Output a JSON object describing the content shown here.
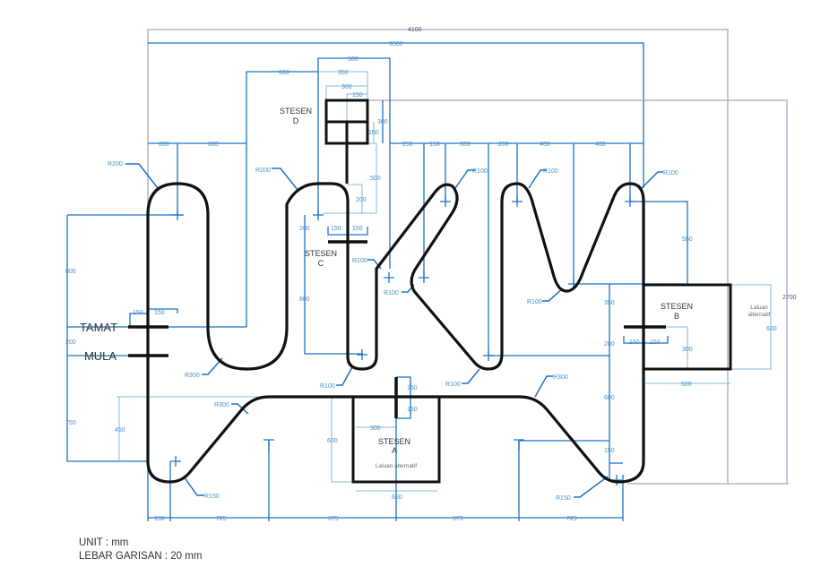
{
  "title": "Track layout drawing",
  "notes": {
    "unit": "UNIT : mm",
    "line_width": "LEBAR GARISAN : 20 mm"
  },
  "markers": {
    "finish": "TAMAT",
    "start": "MULA"
  },
  "stations": {
    "a": {
      "line1": "STESEN",
      "line2": "A",
      "alt": "Laluan alternatif"
    },
    "b": {
      "line1": "STESEN",
      "line2": "B",
      "alt1": "Laluan",
      "alt2": "alternatif"
    },
    "c": {
      "line1": "STESEN",
      "line2": "C"
    },
    "d": {
      "line1": "STESEN",
      "line2": "D"
    }
  },
  "dimensions": {
    "overall_width": "4100",
    "inner_width": "3500",
    "overall_height": "2700",
    "top": {
      "d500": "500",
      "d600": "600",
      "d350": "350",
      "d300": "300",
      "d150": "150"
    },
    "stn_d": {
      "h300": "300",
      "h150": "150",
      "v500": "500",
      "v200": "200"
    },
    "u_top": {
      "d200": "200",
      "d600": "600"
    },
    "k_top": {
      "d250": "250",
      "d150": "150",
      "d300": "300",
      "d200": "200",
      "d400a": "400",
      "d400b": "400"
    },
    "left": {
      "d800": "800",
      "d200": "200",
      "d750": "750",
      "d450": "450"
    },
    "tamat_gap": {
      "a": "150",
      "b": "150"
    },
    "stn_c": {
      "v200": "200",
      "w1": "150",
      "w2": "150",
      "v800": "800"
    },
    "right": {
      "d550": "550",
      "d350": "350",
      "d200": "200",
      "d600": "600",
      "d150": "150"
    },
    "stn_b": {
      "w1": "150",
      "w2": "150",
      "v300": "300",
      "w600": "600",
      "alt600": "600"
    },
    "stn_a": {
      "v150a": "150",
      "v150b": "150",
      "w300": "300",
      "v600": "600",
      "w600": "600"
    },
    "bottom": {
      "d150": "150",
      "d725a": "725",
      "d675a": "675",
      "d675b": "675",
      "d725b": "725"
    },
    "radii": {
      "r200a": "R200",
      "r200b": "R200",
      "r100a": "R100",
      "r100b": "R100",
      "r100c": "R100",
      "r100d": "R100",
      "r100e": "R100",
      "r100f": "R100",
      "r100g": "R100",
      "r100h": "R100",
      "r300a": "R300",
      "r300b": "R300",
      "r300c": "R300",
      "r150a": "R150",
      "r150b": "R150"
    }
  }
}
